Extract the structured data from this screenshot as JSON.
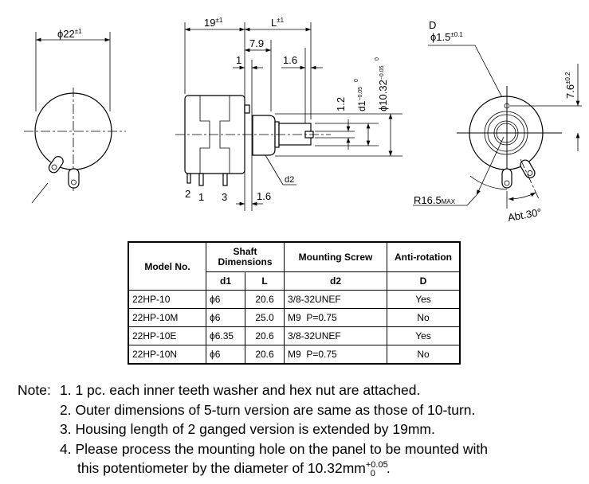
{
  "drawing": {
    "front_view": {
      "diameter_label": "ϕ22",
      "diameter_tol": "±1"
    },
    "side_view": {
      "body_length": "19",
      "body_tol": "±1",
      "shaft_length": "L",
      "shaft_tol": "±1",
      "bushing_length": "7.9",
      "flange": "1",
      "slot_width": "1.6",
      "pin_offset": "1.6",
      "slot_depth": "1.2",
      "d1_label": "d1",
      "d1_tol_upper": "0",
      "d1_tol_lower": "−0.05",
      "bushing_dia": "ϕ10.32",
      "bushing_tol_upper": "0",
      "bushing_tol_lower": "−0.05",
      "thread_label": "d2",
      "pins": [
        "2",
        "1",
        "3"
      ]
    },
    "rear_view": {
      "hole_label": "D",
      "hole_dia": "ϕ1.5",
      "hole_tol": "±0.1",
      "hole_offset": "7.6",
      "hole_offset_tol": "±0.2",
      "radius": "R16.5",
      "radius_suffix": "MAX",
      "angle": "Abt.30°"
    }
  },
  "table": {
    "headers": {
      "model": "Model No.",
      "shaft": "Shaft Dimensions",
      "screw": "Mounting Screw",
      "anti": "Anti-rotation"
    },
    "subheaders": {
      "d1": "d1",
      "L": "L",
      "d2": "d2",
      "D": "D"
    },
    "rows": [
      {
        "model": "22HP-10",
        "d1": "ϕ6",
        "L": "20.6",
        "d2": "3/8-32UNEF",
        "D": "Yes"
      },
      {
        "model": "22HP-10M",
        "d1": "ϕ6",
        "L": "25.0",
        "d2": "M9  P=0.75",
        "D": "No"
      },
      {
        "model": "22HP-10E",
        "d1": "ϕ6.35",
        "L": "20.6",
        "d2": "3/8-32UNEF",
        "D": "Yes"
      },
      {
        "model": "22HP-10N",
        "d1": "ϕ6",
        "L": "20.6",
        "d2": "M9  P=0.75",
        "D": "No"
      }
    ]
  },
  "notes": {
    "label": "Note:",
    "items": [
      "1. 1 pc. each inner teeth washer and hex nut are attached.",
      "2. Outer dimensions of 5-turn version are same as those of 10-turn.",
      "3. Housing length of 2 ganged version is extended by 19mm.",
      "4. Please process the mounting hole on the panel to be mounted with"
    ],
    "item4_cont": "this potentiometer by the diameter of 10.32mm",
    "item4_tol_upper": "+0.05",
    "item4_tol_lower": "0",
    "item4_end": "."
  }
}
